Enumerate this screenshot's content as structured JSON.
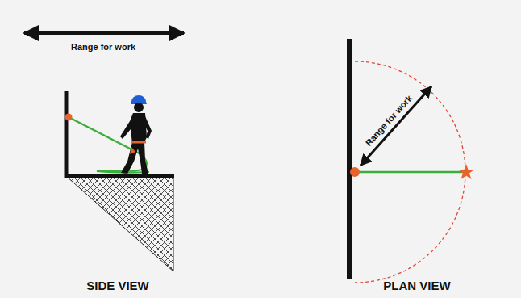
{
  "diagram": {
    "labels": [
      "Range for work",
      "SIDE VIEW",
      "Range for work",
      "PLAN VIEW"
    ]
  }
}
